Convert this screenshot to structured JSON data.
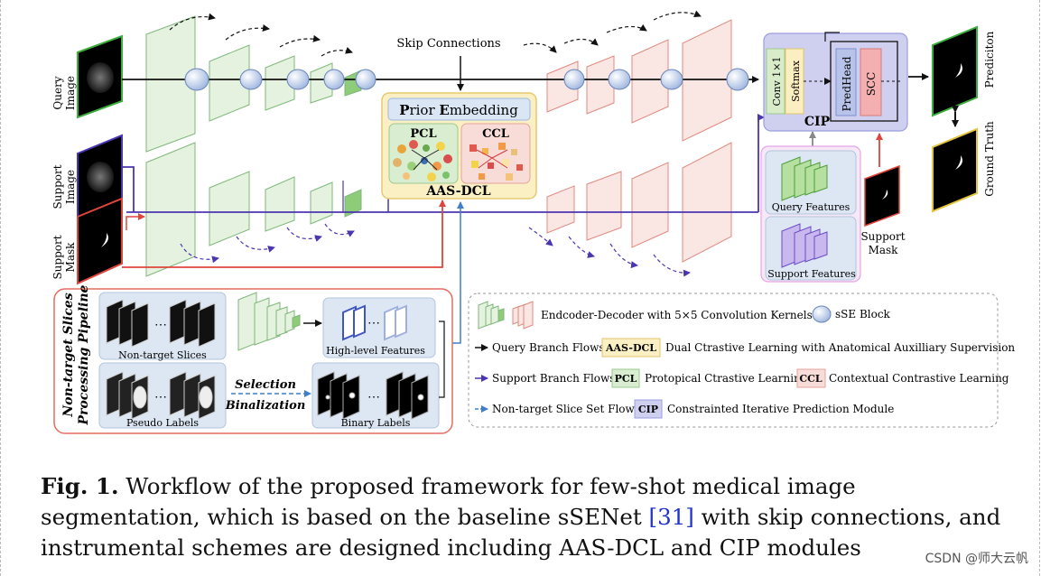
{
  "left_labels": {
    "query_image": [
      "Query",
      "Image"
    ],
    "support_image": [
      "Support",
      "Image"
    ],
    "support_mask": [
      "Support",
      "Mask"
    ]
  },
  "top_label": "Skip Connections",
  "prior_embedding": {
    "title_p": "P",
    "title_rior": "rior ",
    "title_e": "E",
    "title_mbedding": "mbedding",
    "pcl": "PCL",
    "ccl": "CCL",
    "name": "AAS-DCL"
  },
  "cip": {
    "conv": "Conv 1×1",
    "softmax": "Softmax",
    "predhead": "PredHead",
    "scc": "SCC",
    "name": "CIP"
  },
  "right_labels": {
    "prediction": "Prediciton",
    "ground_truth": "Ground Truth",
    "support_mask": [
      "Support",
      "Mask"
    ],
    "query_features": "Query Features",
    "support_features": "Support Features"
  },
  "pipeline": {
    "title": [
      "Non-target Slices",
      "Processing Pipeline"
    ],
    "non_target": "Non-target Slices",
    "high_level": "High-level Features",
    "selection": "Selection",
    "binalization": "Binalization",
    "pseudo": "Pseudo Labels",
    "binary": "Binary Labels"
  },
  "legend": {
    "encoder": "Endcoder-Decoder with 5×5 Convolution  Kernels",
    "sse": "sSE Block",
    "query_flow": "Query Branch Flows",
    "aas_tag": "AAS-DCL",
    "aas_desc": "Dual Ctrastive Learning with Anatomical Auxilliary Supervision",
    "support_flow": "Support Branch Flows",
    "pcl_tag": "PCL",
    "pcl_desc": "Protopical Ctrastive Learning",
    "ccl_tag": "CCL",
    "ccl_desc": "Contextual Contrastive Learning",
    "nontarget_flow": "Non-target Slice Set Flows",
    "cip_tag": "CIP",
    "cip_desc": "Constrainted Iterative Prediction Module"
  },
  "caption": {
    "fig": "Fig. 1.",
    "text1": " Workflow of the proposed framework for few-shot medical image segmentation, which is based on the baseline sSENet ",
    "ref": "[31]",
    "text2": " with skip connections, and instrumental schemes are designed including AAS-DCL and CIP modules"
  },
  "watermark": "CSDN @师大云帆",
  "colors": {
    "green_block": "#e5f2df",
    "red_block": "#fae6e3",
    "query_arrow": "#111111",
    "support_arrow": "#4b35b0",
    "mask_arrow": "#e0453b",
    "nontarget_arrow": "#3f7fc9",
    "cip_bg": "#cfd0f0",
    "aas_bg": "#fbf0c3"
  }
}
